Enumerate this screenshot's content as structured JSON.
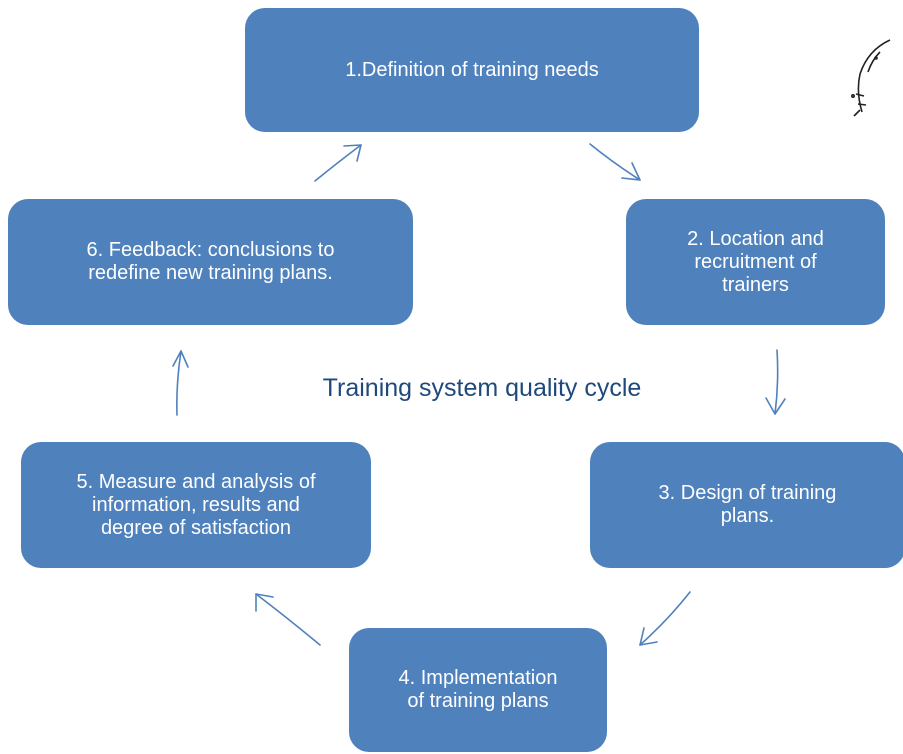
{
  "diagram": {
    "title": "Training system quality cycle",
    "steps": [
      {
        "label": "1.Definition of training needs"
      },
      {
        "label": "2. Location and\nrecruitment of\ntrainers"
      },
      {
        "label": "3. Design of training\nplans."
      },
      {
        "label": "4. Implementation\nof training plans"
      },
      {
        "label": "5. Measure and analysis of\ninformation, results and\ndegree of satisfaction"
      },
      {
        "label": "6. Feedback: conclusions  to\nredefine new training plans."
      }
    ]
  },
  "colors": {
    "box_fill": "#4f81bd",
    "box_text": "#ffffff",
    "title_text": "#1f497d",
    "arrow": "#4f81bd"
  },
  "icons": [
    "partial-logo-icon"
  ]
}
